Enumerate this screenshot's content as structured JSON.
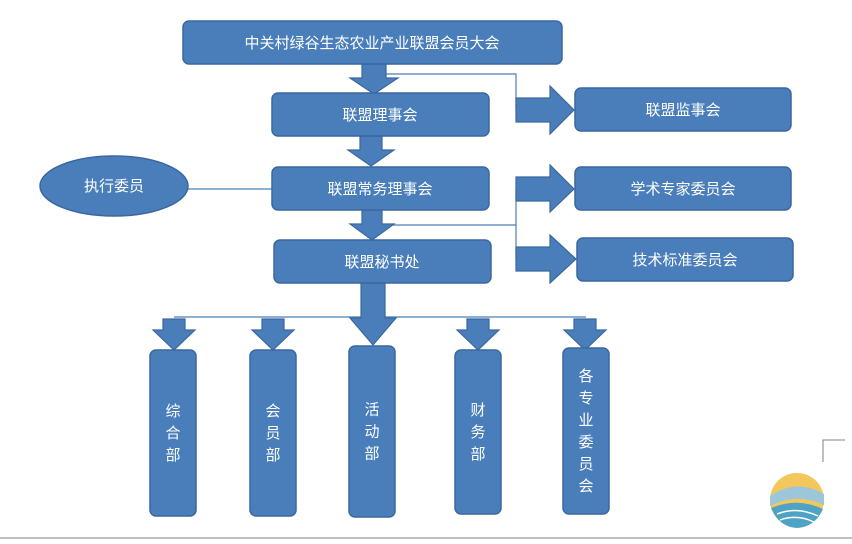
{
  "diagram": {
    "general_assembly": "中关村绿谷生态农业产业联盟会员大会",
    "board": "联盟理事会",
    "supervisory": "联盟监事会",
    "executive_board": "联盟常务理事会",
    "executive_member": "执行委员",
    "academic_committee": "学术专家委员会",
    "tech_standard_committee": "技术标准委员会",
    "secretariat": "联盟秘书处",
    "departments": [
      "综合部",
      "会员部",
      "活动部",
      "财务部",
      "各专业委员会"
    ]
  },
  "colors": {
    "box_fill": "#4a7ebb",
    "box_stroke": "#3a679e",
    "text": "#ffffff"
  },
  "icons": {
    "logo": "sun-over-water-logo"
  }
}
